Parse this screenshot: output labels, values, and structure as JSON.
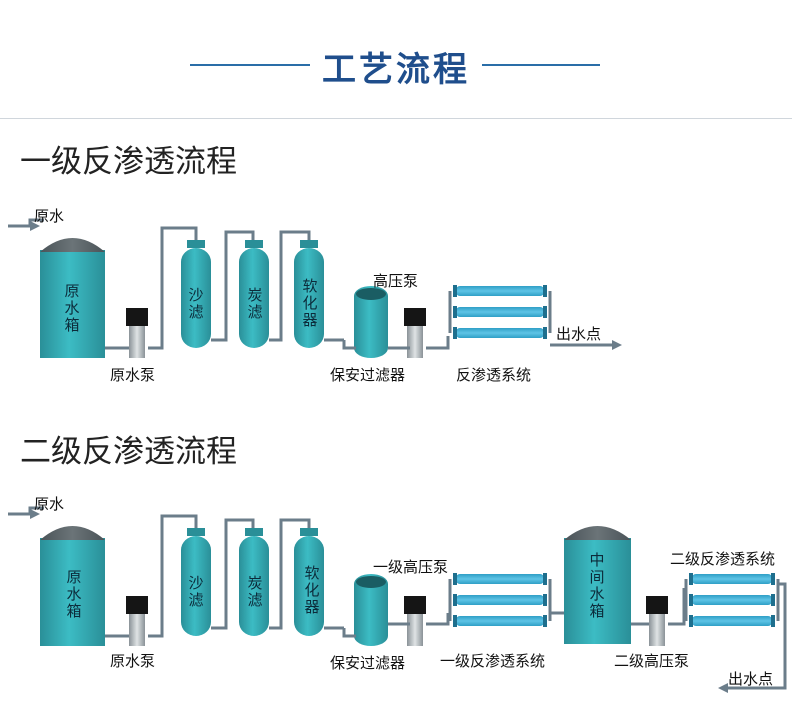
{
  "page": {
    "title": "工艺流程"
  },
  "colors": {
    "tank": "#3cbcc4",
    "tank_dark": "#2a8f98",
    "dome": "#6b7478",
    "pipe": "#6b7d8a",
    "accent_line": "#2a6ea8",
    "membrane": "#5ec4e6"
  },
  "diagram1": {
    "title": "一级反渗透流程",
    "raw_water_in": "原水",
    "tank": "原水箱",
    "pump": "原水泵",
    "filters": [
      "沙滤",
      "炭滤",
      "软化器"
    ],
    "hp_pump": "高压泵",
    "security_filter": "保安过滤器",
    "ro": "反渗透系统",
    "outlet": "出水点"
  },
  "diagram2": {
    "title": "二级反渗透流程",
    "raw_water_in": "原水",
    "tank": "原水箱",
    "pump": "原水泵",
    "filters": [
      "沙滤",
      "炭滤",
      "软化器"
    ],
    "hp_pump1": "一级高压泵",
    "security_filter": "保安过滤器",
    "ro1": "一级反渗透系统",
    "mid_tank": "中间水箱",
    "hp_pump2": "二级高压泵",
    "ro2": "二级反渗透系统",
    "outlet": "出水点"
  }
}
